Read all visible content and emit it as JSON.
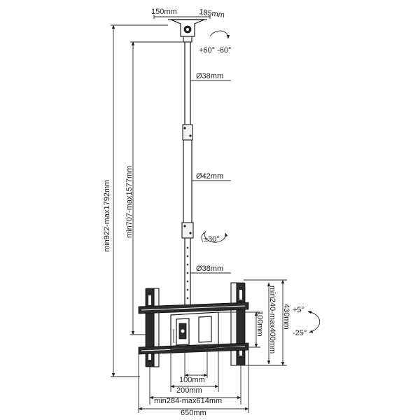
{
  "diagram": {
    "labels": {
      "plate_width_a": "150mm",
      "plate_width_b": "185mm",
      "swivel": "+60° -60°",
      "pole_top_diameter": "Ø38mm",
      "pole_mid_diameter": "Ø42mm",
      "rotation": "±30°",
      "pole_low_diameter": "Ø38mm",
      "total_height": "min922-max1792mm",
      "pole_height": "min707-max1577mm",
      "bracket_vertical_range": "min240-max400mm",
      "bracket_height": "430mm",
      "center_plate_height": "100mm",
      "tilt_up": "+5°",
      "tilt_down": "-25°",
      "center_plate_width": "100mm",
      "inner_width": "200mm",
      "arm_horizontal_range": "min284-max614mm",
      "total_width": "650mm"
    }
  }
}
